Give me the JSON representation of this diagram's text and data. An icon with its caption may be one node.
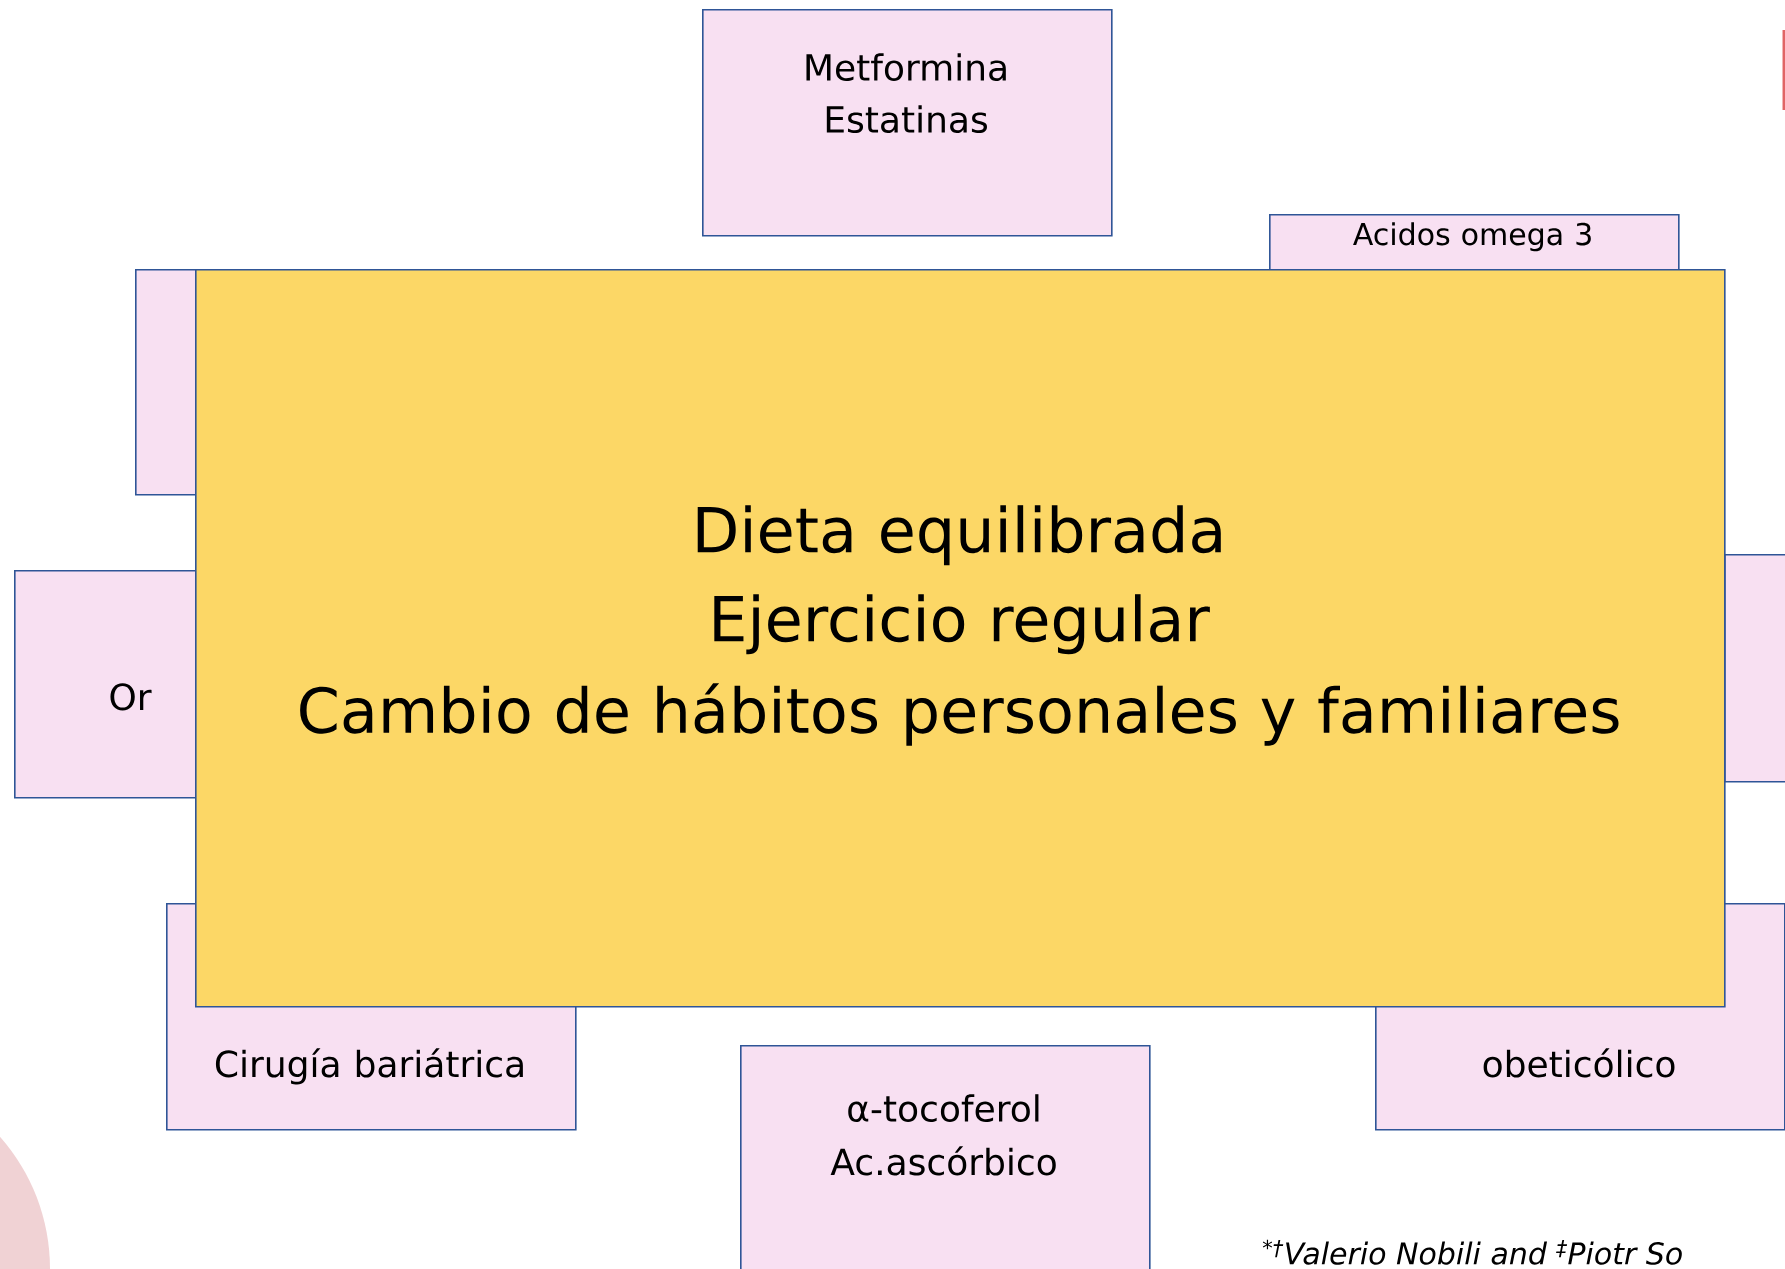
{
  "diagram": {
    "nodes": [
      {
        "text": [
          "Metformina",
          "Estatinas"
        ]
      },
      {
        "text": [],
        "shape": "box"
      },
      {
        "text": [
          "Acidos omega 3"
        ]
      },
      {
        "text": [
          "Or"
        ]
      },
      {
        "text": [],
        "shape": "box"
      },
      {
        "text": [
          "Dieta equilibrada",
          "Ejercicio regular",
          "Cambio de hábitos personales y familiares"
        ]
      },
      {
        "text": [
          "Cirugía bariátrica"
        ]
      },
      {
        "text": [
          "obeticólico"
        ]
      },
      {
        "text": [
          "α-tocoferol",
          "Ac.ascórbico"
        ]
      }
    ],
    "edges": [],
    "labels": [
      "$^{*†}$Valerio Nobili and $^{‡}$Piotr So"
    ]
  }
}
